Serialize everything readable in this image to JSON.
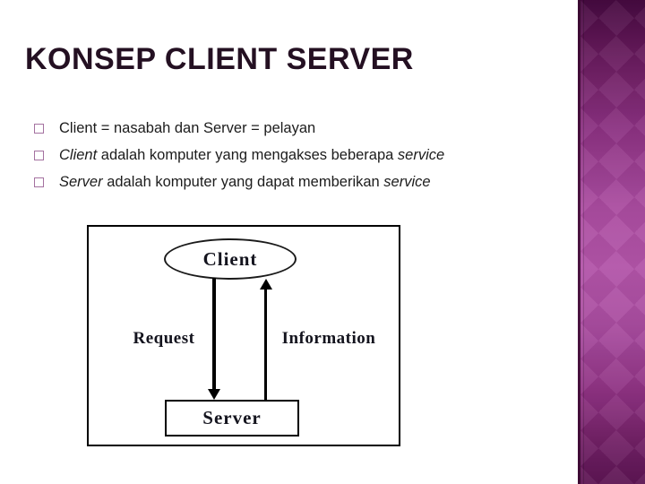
{
  "slide": {
    "title": "KONSEP CLIENT SERVER"
  },
  "bullets": [
    {
      "plain": "Client = nasabah dan Server = pelayan"
    },
    {
      "lead_italic": "Client",
      "middle": " adalah komputer yang mengakses beberapa ",
      "tail_italic": "service"
    },
    {
      "lead_italic": "Server",
      "middle": " adalah komputer yang dapat memberikan ",
      "tail_italic": "service"
    }
  ],
  "diagram": {
    "client_label": "Client",
    "request_label": "Request",
    "information_label": "Information",
    "server_label": "Server",
    "edges": [
      {
        "from": "Client",
        "to": "Server",
        "label": "Request",
        "direction": "down"
      },
      {
        "from": "Server",
        "to": "Client",
        "label": "Information",
        "direction": "up"
      }
    ]
  },
  "colors": {
    "title_text": "#241022",
    "body_text": "#1c1c1c",
    "bullet_outline": "#a471a0",
    "diagram_line": "#000000",
    "sidebar_top": "#45093f",
    "sidebar_mid": "#b254a8",
    "sidebar_bottom": "#5c1553"
  }
}
